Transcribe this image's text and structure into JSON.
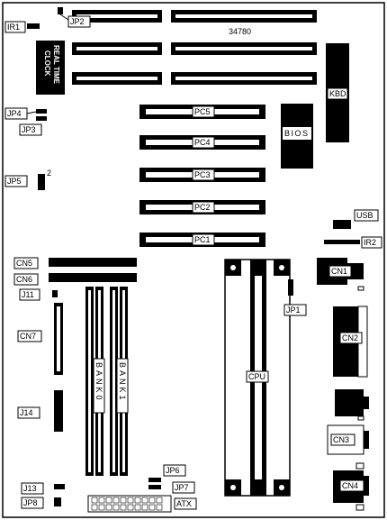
{
  "board": {
    "model": "34780",
    "rtc_line1": "REAL TIME",
    "rtc_line2": "CLOCK",
    "bios": "BIOS",
    "kbd": "KBD",
    "cpu": "CPU",
    "atx": "ATX",
    "usb": "USB",
    "bank0": "BANK0",
    "bank1": "BANK1",
    "jp5_pin": "2"
  },
  "labels": {
    "ir1": "IR1",
    "jp2": "JP2",
    "jp4": "JP4",
    "jp3": "JP3",
    "jp5": "JP5",
    "cn5": "CN5",
    "cn6": "CN6",
    "j11": "J11",
    "cn7": "CN7",
    "j14": "J14",
    "j13": "J13",
    "jp8": "JP8",
    "jp6": "JP6",
    "jp7": "JP7",
    "jp1": "JP1",
    "ir2": "IR2",
    "cn1": "CN1",
    "cn2": "CN2",
    "cn3": "CN3",
    "cn4": "CN4",
    "pc1": "PC1",
    "pc2": "PC2",
    "pc3": "PC3",
    "pc4": "PC4",
    "pc5": "PC5"
  }
}
